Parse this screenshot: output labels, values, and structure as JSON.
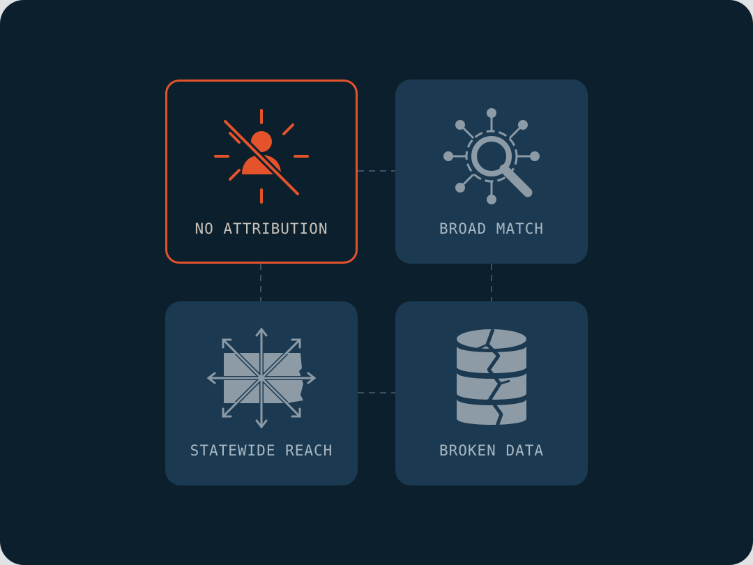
{
  "diagram": {
    "tiles": [
      {
        "label": "NO ATTRIBUTION",
        "icon": "user-off-icon",
        "state": "highlighted"
      },
      {
        "label": "BROAD MATCH",
        "icon": "network-search-icon",
        "state": "normal"
      },
      {
        "label": "STATEWIDE REACH",
        "icon": "statewide-arrows-icon",
        "state": "normal"
      },
      {
        "label": "BROKEN DATA",
        "icon": "broken-database-icon",
        "state": "normal"
      }
    ]
  },
  "colors": {
    "background": "#0c1f2c",
    "tile": "#1b3a52",
    "accent": "#e5532c",
    "icon": "#8d9ba6",
    "label": "#a9b7c1"
  }
}
